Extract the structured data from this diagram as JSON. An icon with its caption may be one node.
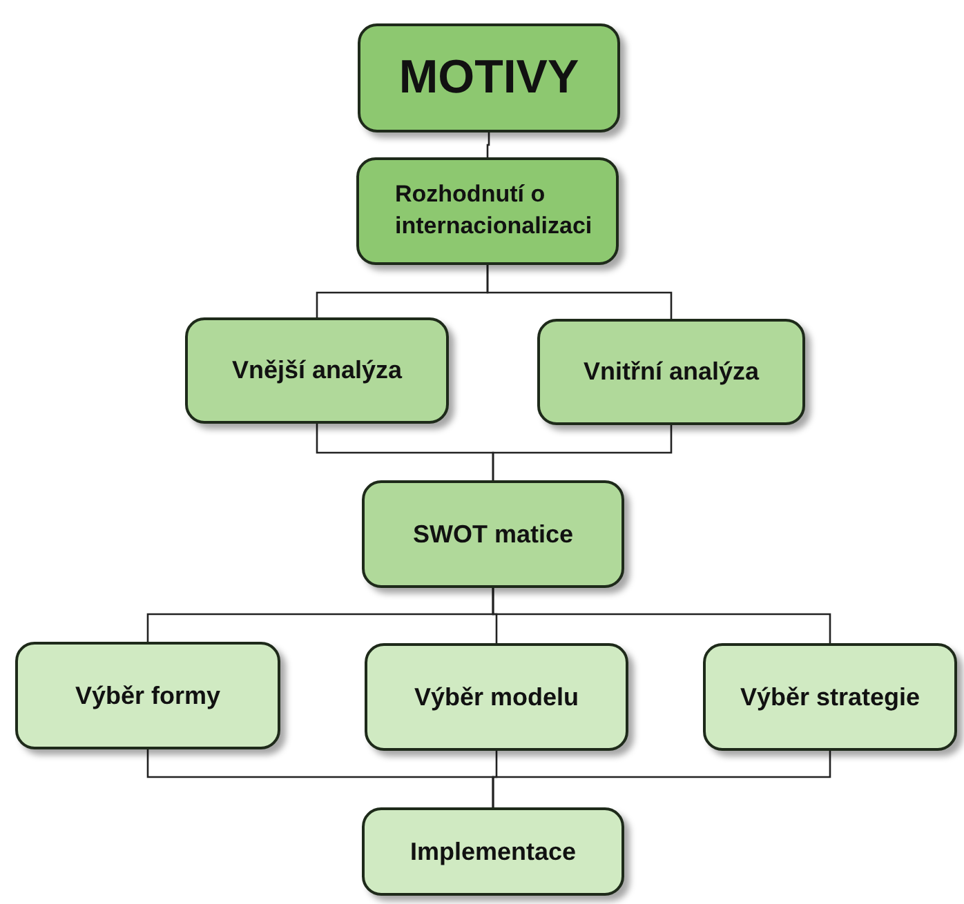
{
  "diagram": {
    "nodes": [
      {
        "text": [
          "MOTIVY"
        ]
      },
      {
        "text": [
          "Rozhodnutí o internacionalizaci"
        ]
      },
      {
        "text": [
          "Vnější analýza"
        ]
      },
      {
        "text": [
          "Vnitřní analýza"
        ]
      },
      {
        "text": [
          "SWOT matice"
        ]
      },
      {
        "text": [
          "Výběr formy"
        ]
      },
      {
        "text": [
          "Výběr modelu"
        ]
      },
      {
        "text": [
          "Výběr strategie"
        ]
      },
      {
        "text": [
          "Implementace"
        ]
      }
    ],
    "edges": [
      {
        "from": 0,
        "to": 1,
        "arrow": "none"
      },
      {
        "from": 1,
        "to": 2,
        "arrow": "none"
      },
      {
        "from": 1,
        "to": 3,
        "arrow": "none"
      },
      {
        "from": 2,
        "to": 4,
        "arrow": "none"
      },
      {
        "from": 3,
        "to": 4,
        "arrow": "none"
      },
      {
        "from": 4,
        "to": 5,
        "arrow": "none"
      },
      {
        "from": 4,
        "to": 6,
        "arrow": "none"
      },
      {
        "from": 4,
        "to": 7,
        "arrow": "none"
      },
      {
        "from": 5,
        "to": 8,
        "arrow": "none"
      },
      {
        "from": 6,
        "to": 8,
        "arrow": "none"
      },
      {
        "from": 7,
        "to": 8,
        "arrow": "none"
      }
    ]
  }
}
